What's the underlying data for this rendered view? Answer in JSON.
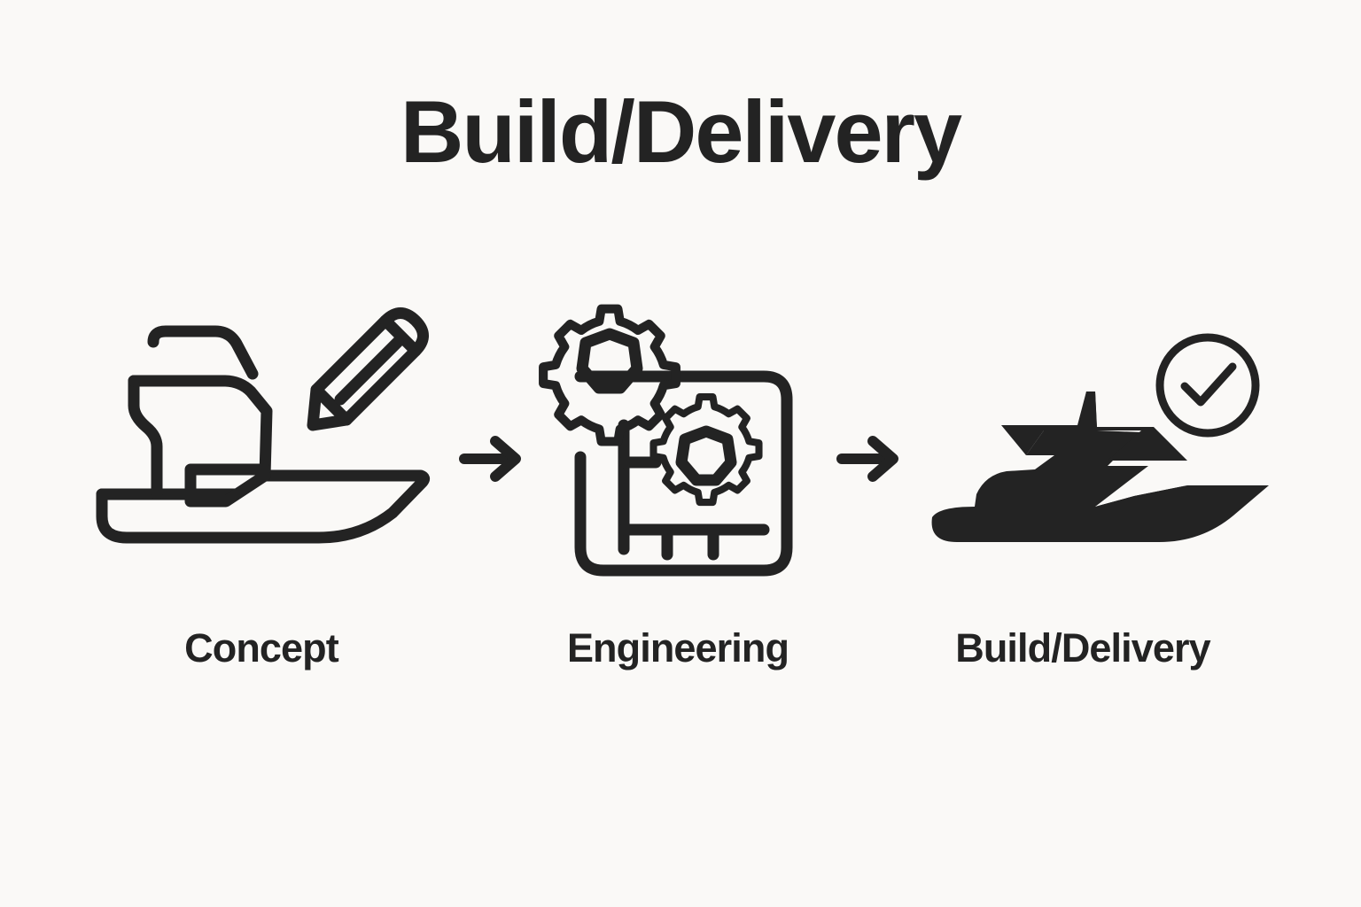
{
  "document": {
    "title": "Build/Delivery",
    "background_color": "#faf9f7",
    "ink_color": "#232323"
  },
  "header": {
    "title": "Build/Delivery"
  },
  "flow": {
    "steps": [
      {
        "id": "concept",
        "label": "Concept",
        "icon": "yacht-outline-with-pencil-icon",
        "icon_style": "outline"
      },
      {
        "id": "engineering",
        "label": "Engineering",
        "icon": "gears-over-blueprint-icon",
        "icon_style": "outline"
      },
      {
        "id": "build-delivery",
        "label": "Build/Delivery",
        "icon": "yacht-filled-with-check-circle-icon",
        "icon_style": "filled"
      }
    ],
    "connectors": [
      {
        "id": "connector-1",
        "icon": "arrow-right-icon"
      },
      {
        "id": "connector-2",
        "icon": "arrow-right-icon"
      }
    ]
  }
}
